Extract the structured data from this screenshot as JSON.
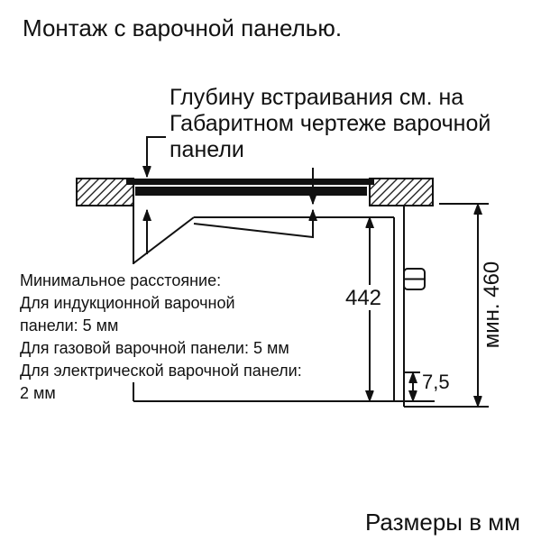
{
  "title": "Монтаж с варочной панелью.",
  "annotation": {
    "line1": "Глубину встраивания см. на",
    "line2": "Габаритном чертеже варочной",
    "line3": "панели"
  },
  "note": {
    "line1": "Минимальное расстояние:",
    "line2": "Для индукционной варочной",
    "line3": "панели: 5 мм",
    "line4": "Для газовой варочной панели: 5 мм",
    "line5": "Для электрической варочной панели:",
    "line6": "2 мм"
  },
  "dimensions": {
    "oven_height": "442",
    "niche_min_height": "мин. 460",
    "bottom_clearance": "7,5"
  },
  "footer": "Размеры в мм",
  "colors": {
    "line": "#111111",
    "background": "#ffffff",
    "hob_fill": "#111111"
  }
}
